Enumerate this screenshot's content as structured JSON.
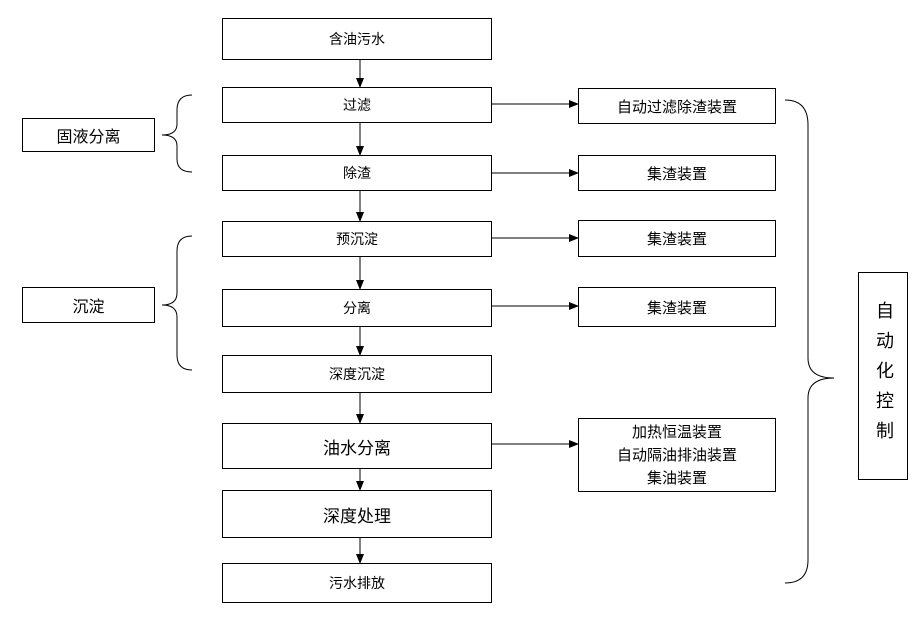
{
  "main_steps": [
    "含油污水",
    "过滤",
    "除渣",
    "预沉淀",
    "分离",
    "深度沉淀",
    "油水分离",
    "深度处理",
    "污水排放"
  ],
  "devices": [
    {
      "lines": [
        "自动过滤除渣装置"
      ]
    },
    {
      "lines": [
        "集渣装置"
      ]
    },
    {
      "lines": [
        "集渣装置"
      ]
    },
    {
      "lines": [
        "集渣装置"
      ]
    },
    {
      "lines": [
        "加热恒温装置",
        "自动隔油排油装置",
        "集油装置"
      ]
    }
  ],
  "groups": [
    "固液分离",
    "沉淀"
  ],
  "control": "自动化控制",
  "colors": {
    "line": "#000000",
    "background": "#ffffff"
  }
}
